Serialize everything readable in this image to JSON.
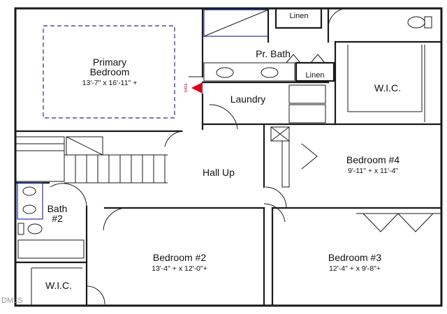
{
  "rooms": {
    "primary_bedroom": {
      "name_line1": "Primary",
      "name_line2": "Bedroom",
      "dims": "13'-7\" x 16'-11\" +"
    },
    "pr_bath": {
      "name": "Pr. Bath"
    },
    "linen_top": {
      "name": "Linen"
    },
    "linen_mid": {
      "name": "Linen"
    },
    "wic_primary": {
      "name": "W.I.C."
    },
    "laundry": {
      "name": "Laundry"
    },
    "bedroom4": {
      "name": "Bedroom #4",
      "dims": "9'-11\" + x 11'-4\""
    },
    "hall": {
      "name": "Hall Up"
    },
    "bath2": {
      "name_line1": "Bath",
      "name_line2": "#2"
    },
    "bedroom2": {
      "name": "Bedroom #2",
      "dims": "13'-4\" + x 12'-0\"+"
    },
    "bedroom3": {
      "name": "Bedroom #3",
      "dims": "12'-4\" + x 9'-8\"+"
    },
    "wic_bed2": {
      "name": "W.I.C."
    }
  },
  "marker": {
    "text": "DATA"
  },
  "watermark": {
    "text": "DMLS"
  },
  "colors": {
    "walls": "#1a1a1a",
    "dashed_outline": "#2b2b8a",
    "fixtures_blue": "#2233aa",
    "marker_red": "#d9001b"
  }
}
